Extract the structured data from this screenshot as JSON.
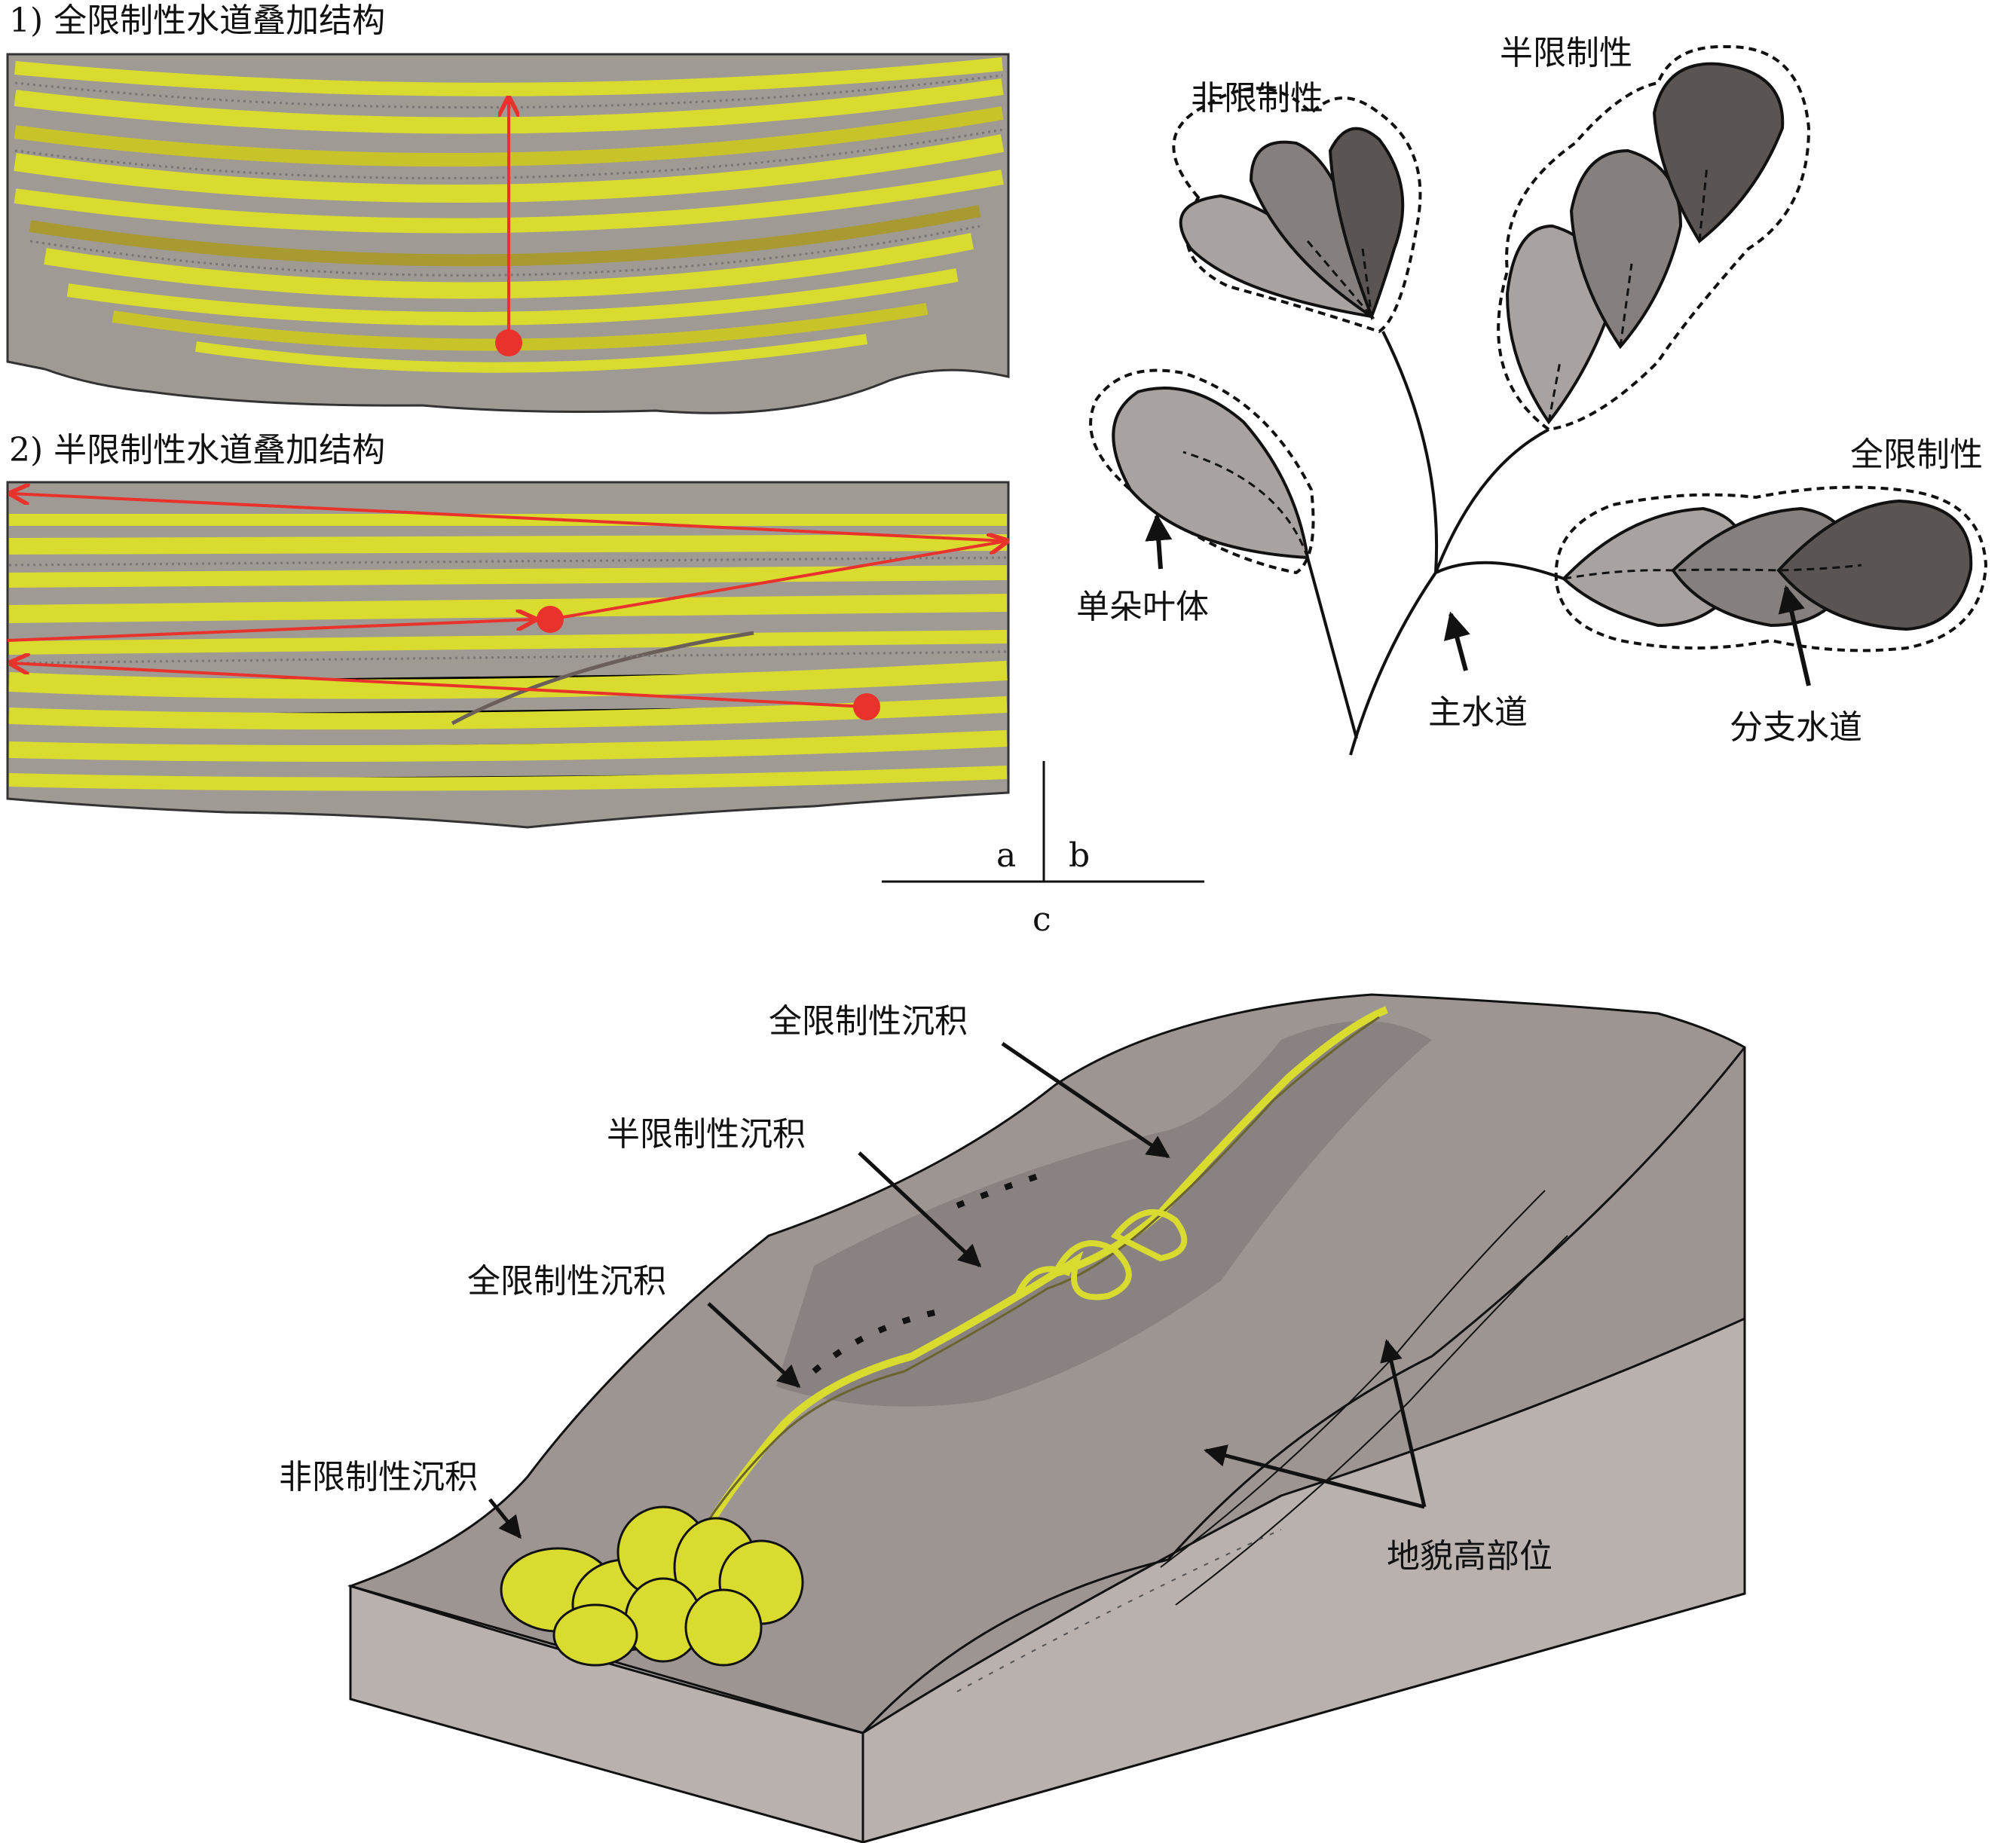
{
  "panel_a": {
    "section1_title": "1) 全限制性水道叠加结构",
    "section2_title": "2) 半限制性水道叠加结构"
  },
  "panel_b": {
    "label_unconfined": "非限制性",
    "label_semi": "半限制性",
    "label_full": "全限制性",
    "label_single_lobe": "单朵叶体",
    "label_main_channel": "主水道",
    "label_branch_channel": "分支水道"
  },
  "panel_letters": {
    "a": "a",
    "b": "b",
    "c": "c"
  },
  "panel_c": {
    "label_full_confined_top": "全限制性沉积",
    "label_semi_confined": "半限制性沉积",
    "label_full_confined_mid": "全限制性沉积",
    "label_unconfined": "非限制性沉积",
    "label_high_relief": "地貌高部位"
  },
  "colors": {
    "sand_yellow": "#d9dc2f",
    "shale_grey": "#a09a94",
    "arrow_red": "#e8322b",
    "lobe_light": "#a8a3a0",
    "lobe_mid": "#857f7d",
    "lobe_dark": "#5a5553",
    "block_top": "#9c9592",
    "block_side": "#b8b1ae"
  }
}
